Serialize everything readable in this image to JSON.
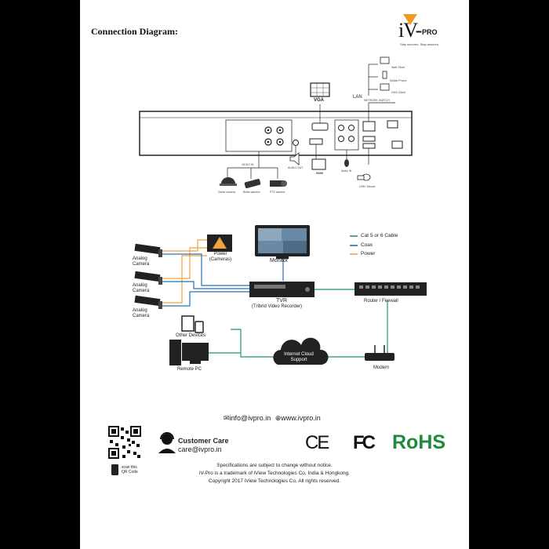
{
  "document": {
    "title": "Connection Diagram:",
    "logo": {
      "main": "iV-",
      "suffix": "PRO",
      "tagline": "Stay secured. Stay assured"
    },
    "panel": {
      "labels": {
        "vga": "VGA",
        "lan": "LAN",
        "network_switch": "NETWORK SWITCH",
        "web_client": "Web Client",
        "mobile_phone": "Mobile Phone",
        "cms_client": "CMS Client",
        "video_in": "VIDEO IN",
        "audio_out": "AUDIO OUT",
        "hdmi": "HDMI",
        "audio_in": "Audio IN",
        "usb_mouse": "USB / Mouse",
        "dome_camera": "Dome camera",
        "bullet_camera": "Bullet camera",
        "ptz_camera": "PTZ camera"
      }
    },
    "network": {
      "analog_camera": "Analog Camera",
      "power_cameras": "Power (Cameras)",
      "monitor": "Monitor",
      "tvr": "TVR",
      "tvr_full": "(Tribrid Video Recorder)",
      "router": "Router / Firewall",
      "other_devices": "Other Devices",
      "remote_pc": "Remote PC",
      "cloud": "Internet Cloud Support",
      "modem": "Modem"
    },
    "legend": [
      {
        "label": "Cat 5 or 6 Cable",
        "color": "#1e9a5c"
      },
      {
        "label": "Coax",
        "color": "#2470b8"
      },
      {
        "label": "Power",
        "color": "#f2a33a"
      }
    ],
    "contact": {
      "email": "info@ivpro.in",
      "web": "www.ivpro.in",
      "care_title": "Customer Care",
      "care_email": "care@ivpro.in",
      "scan_line1": "scan this",
      "scan_line2": "QR Code"
    },
    "certifications": {
      "ce": "CE",
      "fc": "FC",
      "rohs": "RoHS"
    },
    "footer": [
      "Specifications are subject to change without notice.",
      "iV-Pro is a trademark of iView Technologies Co, India & Hongkong.",
      "Copyright 2017 iView Technologies Co. All rights reserved."
    ]
  }
}
